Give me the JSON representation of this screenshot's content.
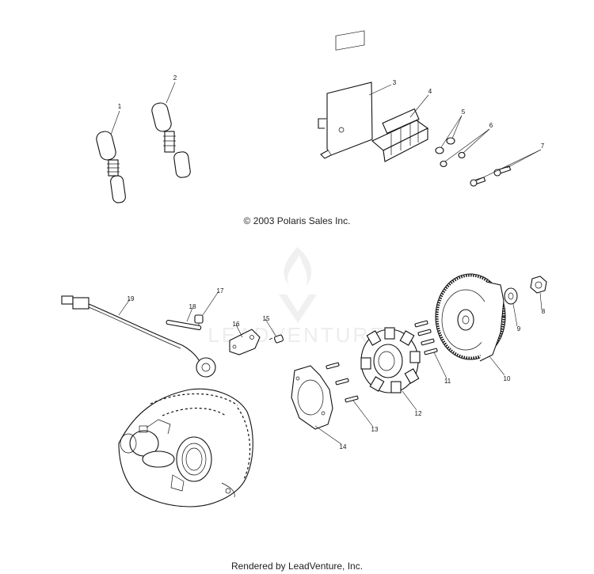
{
  "copyright": "© 2003 Polaris Sales Inc.",
  "footer": "Rendered by LeadVenture, Inc.",
  "watermark": "LEADVENTURE",
  "callouts": [
    "1",
    "2",
    "3",
    "4",
    "5",
    "6",
    "7",
    "8",
    "9",
    "10",
    "11",
    "12",
    "13",
    "14",
    "15",
    "16",
    "17",
    "18",
    "19"
  ]
}
